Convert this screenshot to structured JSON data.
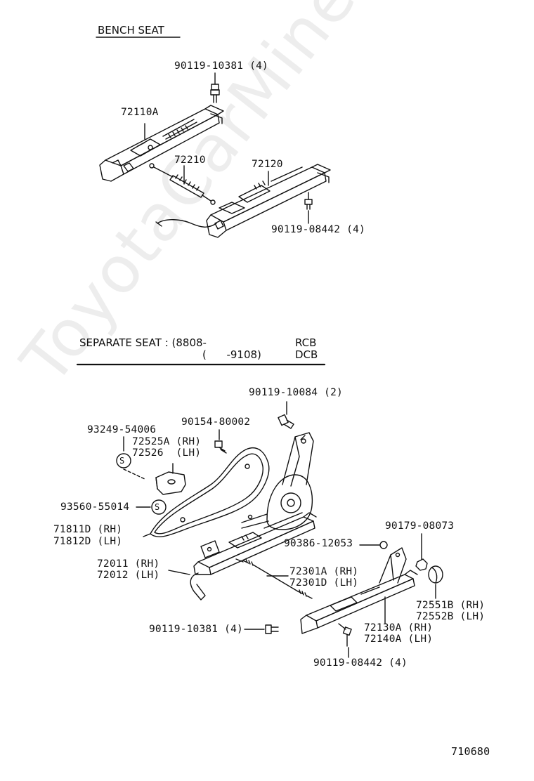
{
  "watermark": "ToyotaCarMine.ru",
  "bench": {
    "title": "BENCH SEAT",
    "labels": {
      "bolt_top": "90119-10381 (4)",
      "adjuster_left": "72110A",
      "rod": "72210",
      "adjuster_right": "72120",
      "bolt_bottom": "90119-08442 (4)"
    }
  },
  "separate": {
    "title": "SEPARATE SEAT : (8808-",
    "title_code1": "RCB",
    "title_line2": "(      -9108)",
    "title_code2": "DCB",
    "labels": {
      "bolt_top": "90119-10084 (2)",
      "screw": "90154-80002",
      "clip": "93249-54006",
      "knob_rh": "72525A (RH)",
      "knob_lh": "72526  (LH)",
      "washer": "93560-55014",
      "cover_rh": "71811D (RH)",
      "cover_lh": "71812D (LH)",
      "nut_right": "90179-08073",
      "nut_mid": "90386-12053",
      "track_rh": "72011 (RH)",
      "track_lh": "72012 (LH)",
      "rod_rh": "72301A (RH)",
      "rod_lh": "72301D (LH)",
      "cap_rh": "72551B (RH)",
      "cap_lh": "72552B (LH)",
      "bolt_left": "90119-10381 (4)",
      "adjuster_rh": "72130A (RH)",
      "adjuster_lh": "72140A (LH)",
      "bolt_bottom": "90119-08442 (4)",
      "s_mark": "S"
    }
  },
  "figure_number": "710680"
}
